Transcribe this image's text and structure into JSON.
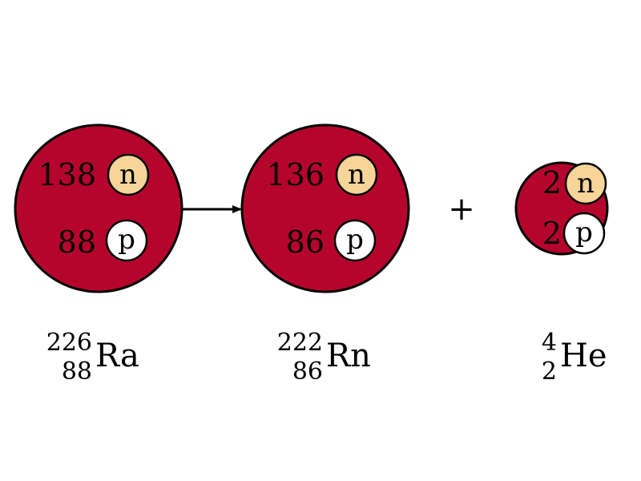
{
  "colors": {
    "nucleus": "#b5052d",
    "neutron": "#f7d59a",
    "proton": "#ffffff",
    "outline": "#000000"
  },
  "particle_labels": {
    "neutron": "n",
    "proton": "p"
  },
  "reaction": {
    "arrow": "→",
    "plus": "+"
  },
  "radium": {
    "neutron_count": "138",
    "proton_count": "88",
    "mass_number": "226",
    "atomic_number": "88",
    "symbol": "Ra"
  },
  "radon": {
    "neutron_count": "136",
    "proton_count": "86",
    "mass_number": "222",
    "atomic_number": "86",
    "symbol": "Rn"
  },
  "helium": {
    "neutron_count": "2",
    "proton_count": "2",
    "mass_number": "4",
    "atomic_number": "2",
    "symbol": "He"
  }
}
